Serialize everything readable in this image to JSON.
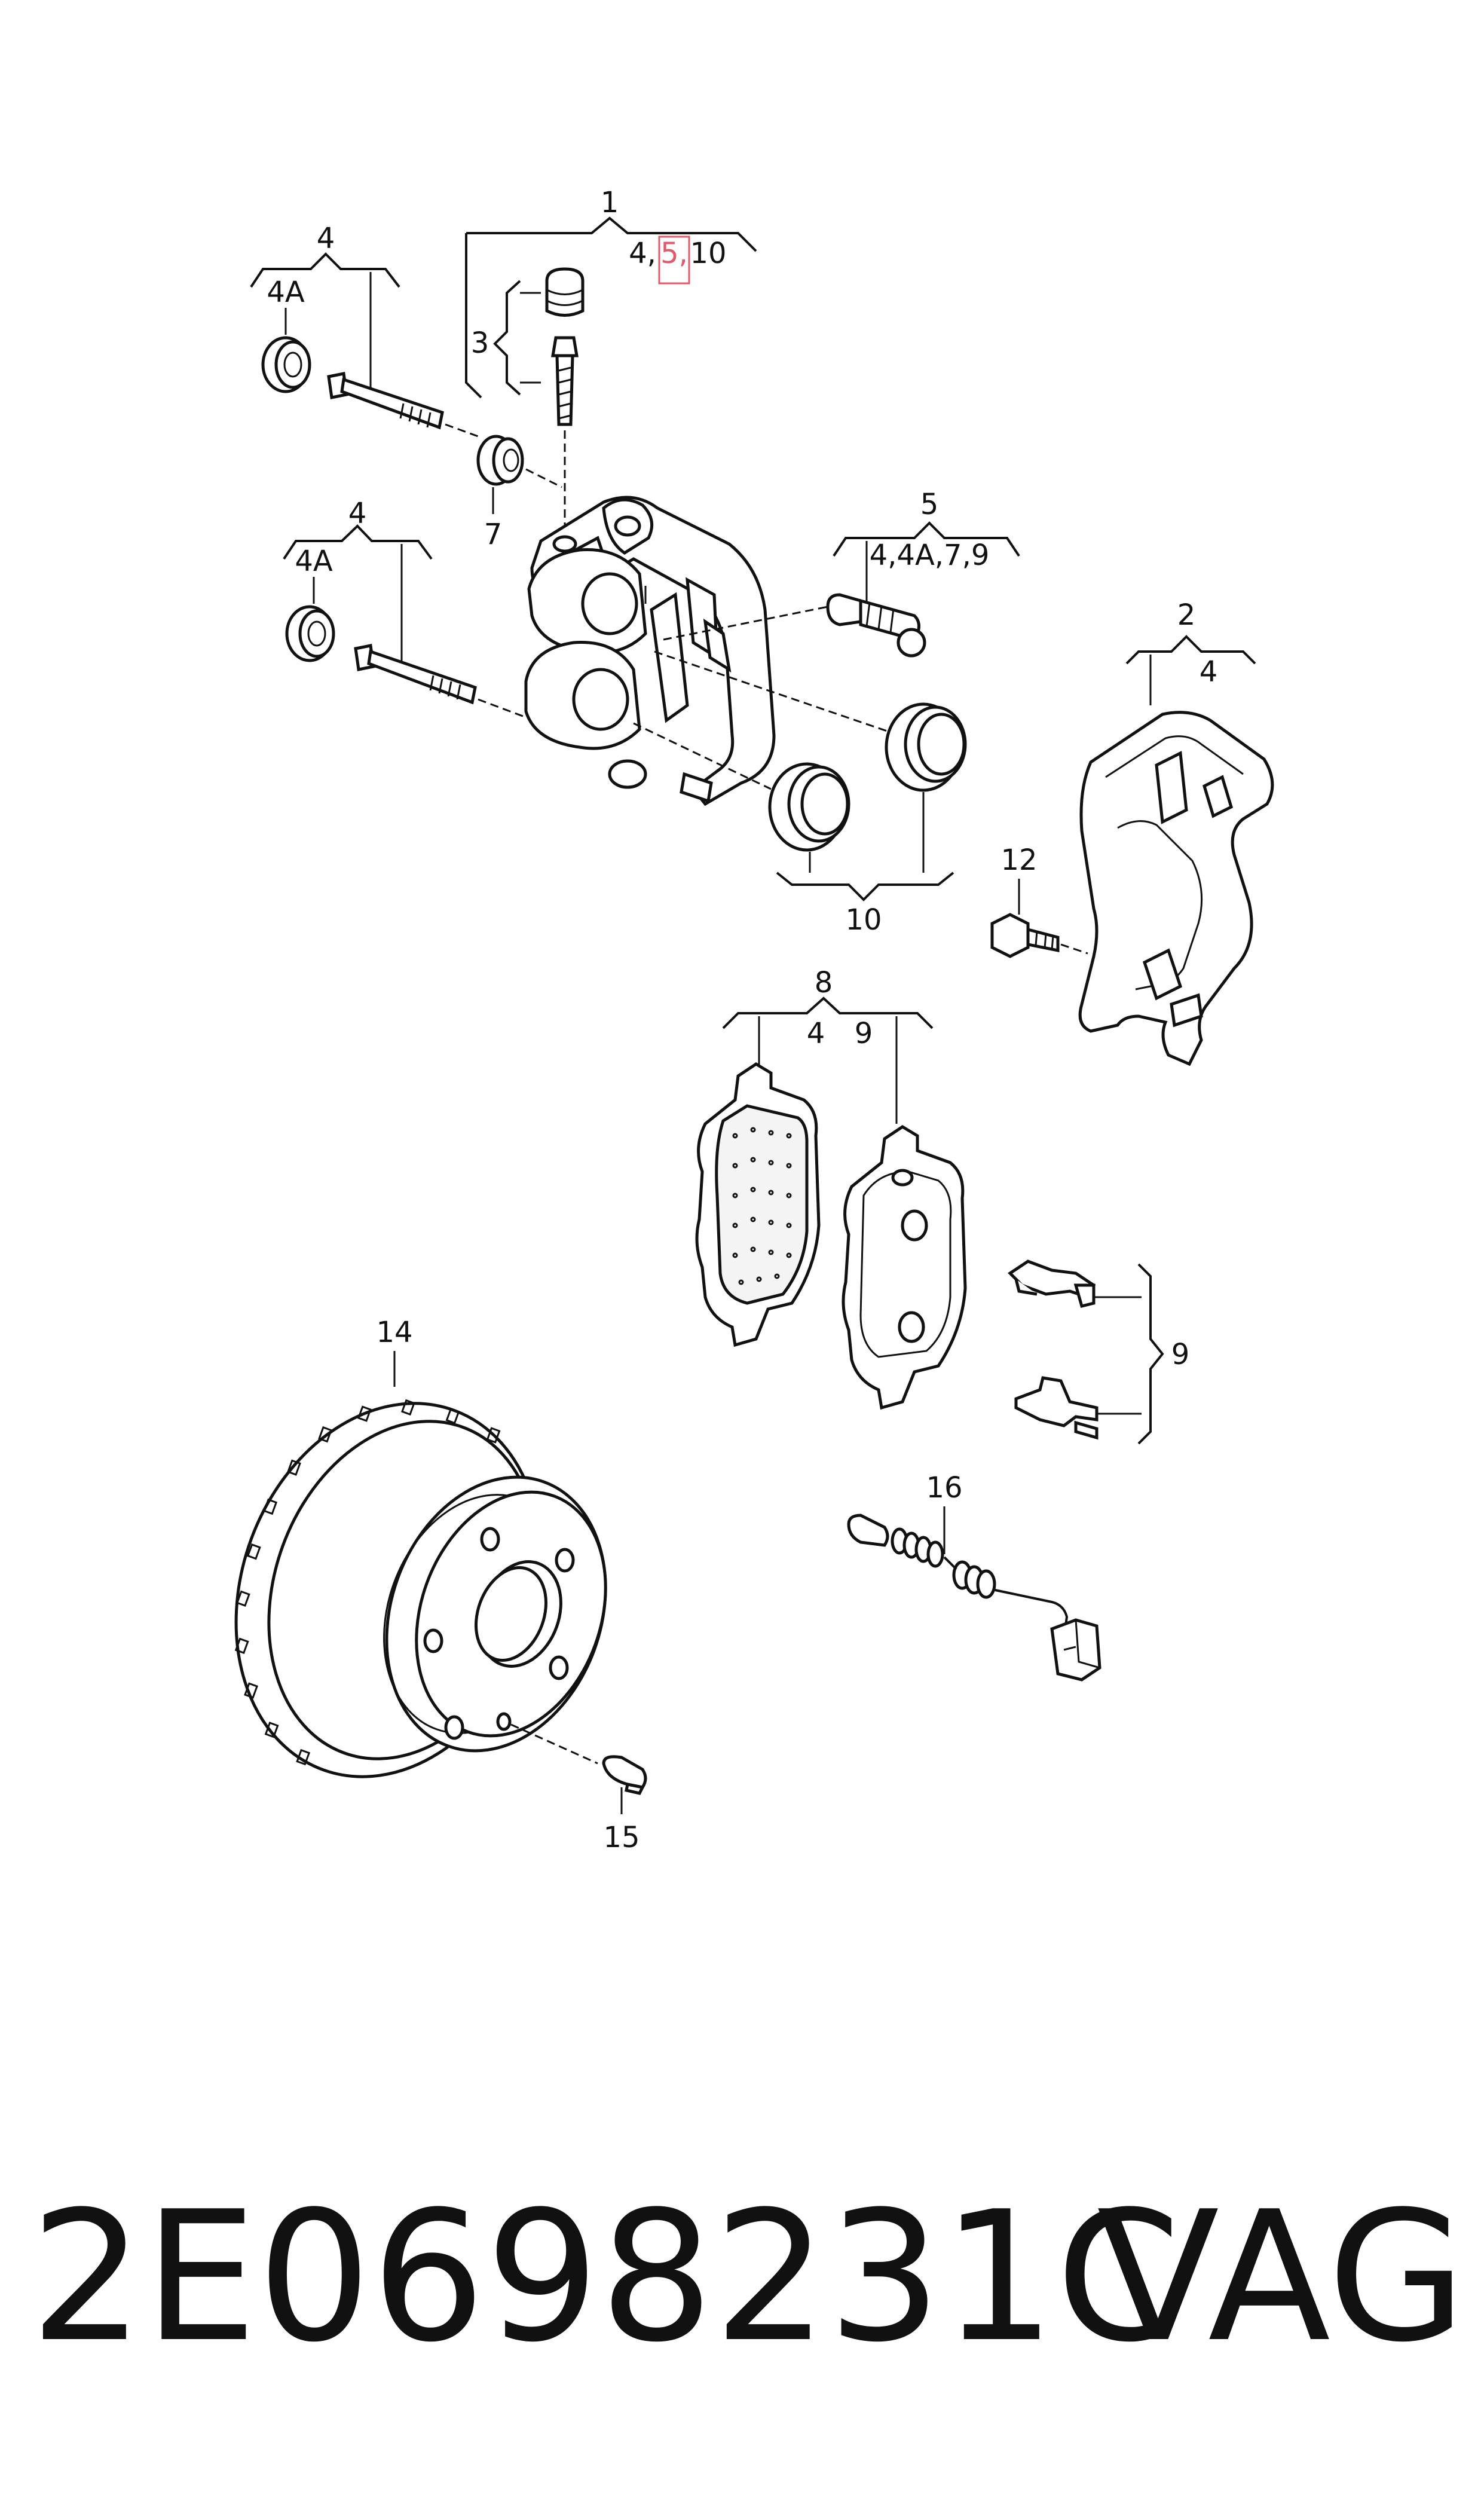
{
  "callouts": {
    "c1": "1",
    "c1_refs_a": "4,",
    "c1_refs_b": "5,",
    "c1_refs_c": "10",
    "c2": "2",
    "c2_ref": "4",
    "c3": "3",
    "c4_top": "4",
    "c4a_top": "4A",
    "c4_mid": "4",
    "c4a_mid": "4A",
    "c5": "5",
    "c5_refs": "4,4A,7,9",
    "c7": "7",
    "c8": "8",
    "c8_ref_a": "4",
    "c8_ref_b": "9",
    "c9": "9",
    "c10": "10",
    "c12": "12",
    "c14": "14",
    "c15": "15",
    "c16": "16"
  },
  "footer": {
    "part_number": "2E0698231C",
    "brand": "VAG"
  },
  "colors": {
    "line": "#111111",
    "highlight": "#e05a6a",
    "background": "#ffffff"
  }
}
